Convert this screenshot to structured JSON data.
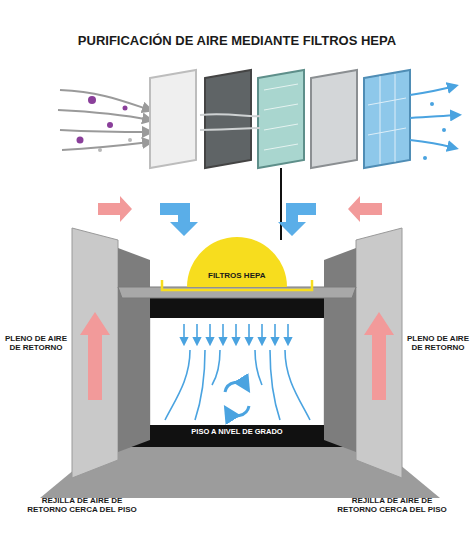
{
  "diagram": {
    "title": "PURIFICACIÓN DE AIRE MEDIANTE FILTROS HEPA",
    "nodes": [
      {
        "text": [
          "FILTROS HEPA"
        ]
      }
    ],
    "labels": [
      "PLENO DE AIRE DE RETORNO",
      "PLENO DE AIRE DE RETORNO",
      "PISO A NIVEL DE GRADO",
      "REJILLA DE AIRE DE RETORNO CERCA DEL PISO",
      "REJILLA DE AIRE DE RETORNO CERCA DEL PISO"
    ]
  }
}
